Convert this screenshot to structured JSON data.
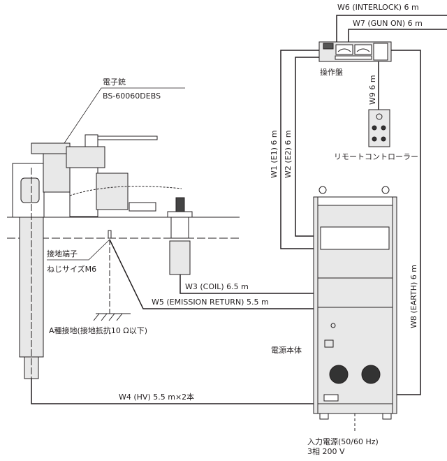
{
  "gun": {
    "title": "電子銃",
    "model": "BS-60060DEBS"
  },
  "control_panel": {
    "label": "操作盤"
  },
  "remote_controller": {
    "label": "リモートコントローラー"
  },
  "power_supply": {
    "label": "電源本体",
    "input_line1": "入力電源(50/60 Hz)",
    "input_line2": "3相 200 V"
  },
  "ground_terminal": {
    "label": "接地端子",
    "screw": "ねじサイズM6"
  },
  "ground": {
    "label": "A種接地(接地抵抗10 Ω以下)"
  },
  "cables": {
    "w1": "W1 (E1) 6 m",
    "w2": "W2 (E2) 6 m",
    "w3": "W3 (COIL) 6.5 m",
    "w4": "W4 (HV) 5.5 m×2本",
    "w5": "W5 (EMISSION RETURN) 5.5 m",
    "w6": "W6 (INTERLOCK) 6 m",
    "w7": "W7 (GUN ON) 6 m",
    "w8": "W8 (EARTH) 6 m",
    "w9": "W9  6 m"
  },
  "colors": {
    "line": "#231f20",
    "fill": "#e8e8e8"
  }
}
